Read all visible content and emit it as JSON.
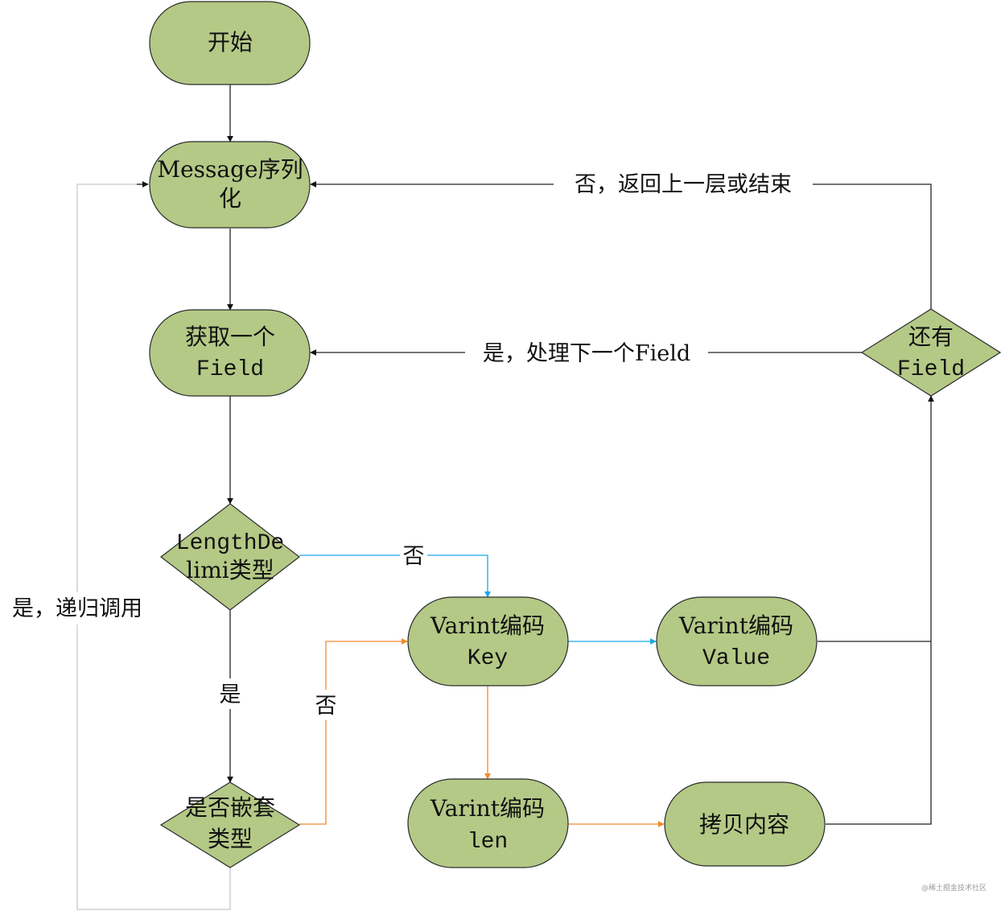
{
  "colors": {
    "node_fill": "#b4c986",
    "node_stroke": "#2b2b2b",
    "arrow_black": "#222222",
    "arrow_blue": "#1aa6e6",
    "arrow_orange": "#f08a2a"
  },
  "nodes": {
    "start": {
      "line1": "开始"
    },
    "serialize": {
      "line1": "Message序列",
      "line2": "化"
    },
    "get_field": {
      "line1": "获取一个",
      "line2": "Field"
    },
    "length_delimited": {
      "line1": "LengthDe",
      "line2": "limi类型"
    },
    "is_nested": {
      "line1": "是否嵌套",
      "line2": "类型"
    },
    "varint_key": {
      "line1": "Varint编码",
      "line2": "Key"
    },
    "varint_value": {
      "line1": "Varint编码",
      "line2": "Value"
    },
    "varint_len": {
      "line1": "Varint编码",
      "line2": "len"
    },
    "copy_content": {
      "line1": "拷贝内容"
    },
    "has_more_field": {
      "line1": "还有",
      "line2": "Field"
    }
  },
  "edge_labels": {
    "no_return": "否，返回上一层或结束",
    "yes_next_field": "是，处理下一个Field",
    "recursive_yes": "是，递归调用",
    "length_no": "否",
    "length_yes": "是",
    "nested_no": "否"
  },
  "watermark": "@稀土掘金技术社区"
}
